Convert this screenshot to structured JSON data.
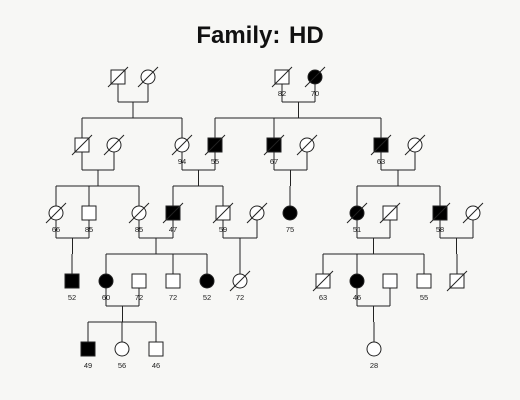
{
  "title": "Family:  HD",
  "colors": {
    "affected": "#000000",
    "unaffected": "#ffffff",
    "stroke": "#222222"
  },
  "legend_note": "",
  "pedigree": {
    "individuals": [
      {
        "id": "g1_m1",
        "sex": "male",
        "affected": false,
        "deceased": true,
        "age": ""
      },
      {
        "id": "g1_f1",
        "sex": "female",
        "affected": false,
        "deceased": true,
        "age": ""
      },
      {
        "id": "g1_m2",
        "sex": "male",
        "affected": false,
        "deceased": true,
        "age": "82"
      },
      {
        "id": "g1_f2",
        "sex": "female",
        "affected": true,
        "deceased": true,
        "age": "70"
      },
      {
        "id": "g2_m1",
        "sex": "male",
        "affected": false,
        "deceased": true,
        "age": ""
      },
      {
        "id": "g2_f1",
        "sex": "female",
        "affected": false,
        "deceased": true,
        "age": ""
      },
      {
        "id": "g2_f2",
        "sex": "female",
        "affected": false,
        "deceased": true,
        "age": "94"
      },
      {
        "id": "g2_m3",
        "sex": "male",
        "affected": true,
        "deceased": true,
        "age": "55"
      },
      {
        "id": "g2_m4",
        "sex": "male",
        "affected": true,
        "deceased": true,
        "age": "67"
      },
      {
        "id": "g2_f4",
        "sex": "female",
        "affected": false,
        "deceased": true,
        "age": ""
      },
      {
        "id": "g2_m5",
        "sex": "male",
        "affected": true,
        "deceased": true,
        "age": "63"
      },
      {
        "id": "g2_f5",
        "sex": "female",
        "affected": false,
        "deceased": true,
        "age": ""
      },
      {
        "id": "g3_f1",
        "sex": "female",
        "affected": false,
        "deceased": true,
        "age": "66"
      },
      {
        "id": "g3_m1",
        "sex": "male",
        "affected": false,
        "deceased": false,
        "age": "85"
      },
      {
        "id": "g3_f2",
        "sex": "female",
        "affected": false,
        "deceased": true,
        "age": "85"
      },
      {
        "id": "g3_m2",
        "sex": "male",
        "affected": true,
        "deceased": true,
        "age": "47"
      },
      {
        "id": "g3_m3",
        "sex": "male",
        "affected": false,
        "deceased": true,
        "age": "59"
      },
      {
        "id": "g3_f3",
        "sex": "female",
        "affected": false,
        "deceased": true,
        "age": ""
      },
      {
        "id": "g3_f4",
        "sex": "female",
        "affected": true,
        "deceased": false,
        "age": "75"
      },
      {
        "id": "g3_f5",
        "sex": "female",
        "affected": true,
        "deceased": true,
        "age": "51"
      },
      {
        "id": "g3_m4",
        "sex": "male",
        "affected": false,
        "deceased": true,
        "age": ""
      },
      {
        "id": "g3_m5",
        "sex": "male",
        "affected": true,
        "deceased": true,
        "age": "58"
      },
      {
        "id": "g3_f6",
        "sex": "female",
        "affected": false,
        "deceased": true,
        "age": ""
      },
      {
        "id": "g4_m1",
        "sex": "male",
        "affected": true,
        "deceased": false,
        "age": "52"
      },
      {
        "id": "g4_f1",
        "sex": "female",
        "affected": true,
        "deceased": false,
        "age": "60"
      },
      {
        "id": "g4_m2",
        "sex": "male",
        "affected": false,
        "deceased": false,
        "age": "72"
      },
      {
        "id": "g4_m3",
        "sex": "male",
        "affected": false,
        "deceased": false,
        "age": "72"
      },
      {
        "id": "g4_f2",
        "sex": "female",
        "affected": true,
        "deceased": false,
        "age": "52"
      },
      {
        "id": "g4_f3",
        "sex": "female",
        "affected": false,
        "deceased": true,
        "age": "72"
      },
      {
        "id": "g4_m4",
        "sex": "male",
        "affected": false,
        "deceased": true,
        "age": "63"
      },
      {
        "id": "g4_f4",
        "sex": "female",
        "affected": true,
        "deceased": false,
        "age": "46"
      },
      {
        "id": "g4_m5",
        "sex": "male",
        "affected": false,
        "deceased": false,
        "age": ""
      },
      {
        "id": "g4_m6",
        "sex": "male",
        "affected": false,
        "deceased": false,
        "age": "55"
      },
      {
        "id": "g4_m7",
        "sex": "male",
        "affected": false,
        "deceased": true,
        "age": ""
      },
      {
        "id": "g5_m1",
        "sex": "male",
        "affected": true,
        "deceased": false,
        "age": "49"
      },
      {
        "id": "g5_f1",
        "sex": "female",
        "affected": false,
        "deceased": false,
        "age": "56"
      },
      {
        "id": "g5_m2",
        "sex": "male",
        "affected": false,
        "deceased": false,
        "age": "46"
      },
      {
        "id": "g5_f2",
        "sex": "female",
        "affected": false,
        "deceased": false,
        "age": "28"
      }
    ]
  }
}
